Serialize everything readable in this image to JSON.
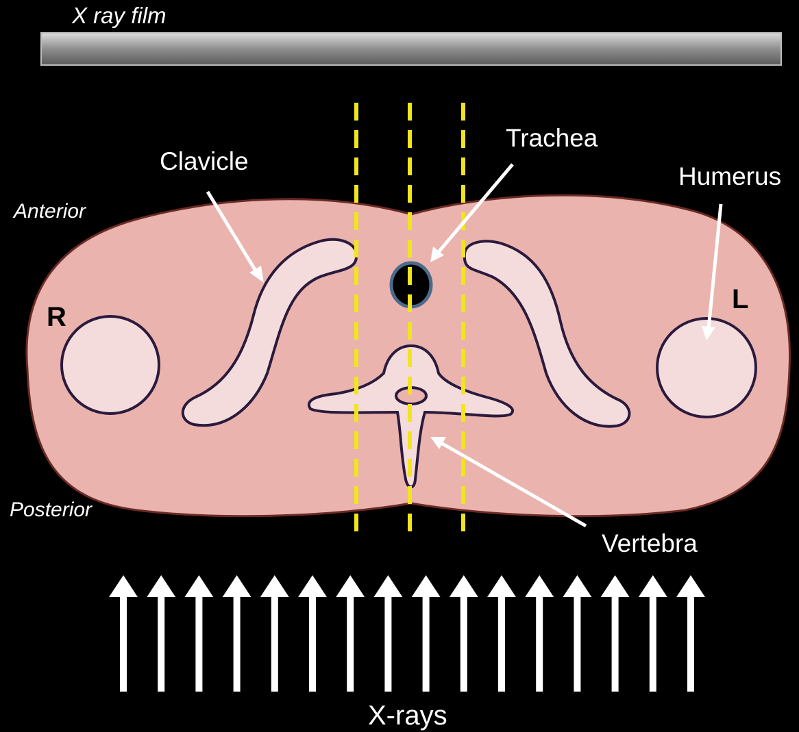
{
  "labels": {
    "film": "X ray film",
    "anterior": "Anterior",
    "posterior": "Posterior",
    "right": "R",
    "left": "L",
    "clavicle": "Clavicle",
    "trachea": "Trachea",
    "humerus": "Humerus",
    "vertebra": "Vertebra",
    "xrays": "X-rays"
  },
  "colors": {
    "background": "#000000",
    "body_fill": "#eab3ae",
    "body_outline": "#6b2a24",
    "bone_fill": "#f5dcdc",
    "bone_outline": "#2a1b3d",
    "trachea_ring": "#4a6b8c",
    "beam_lines": "#f2e51c",
    "film": "#9a9a9a",
    "arrows": "#ffffff"
  },
  "xray_arrow_count": 16
}
